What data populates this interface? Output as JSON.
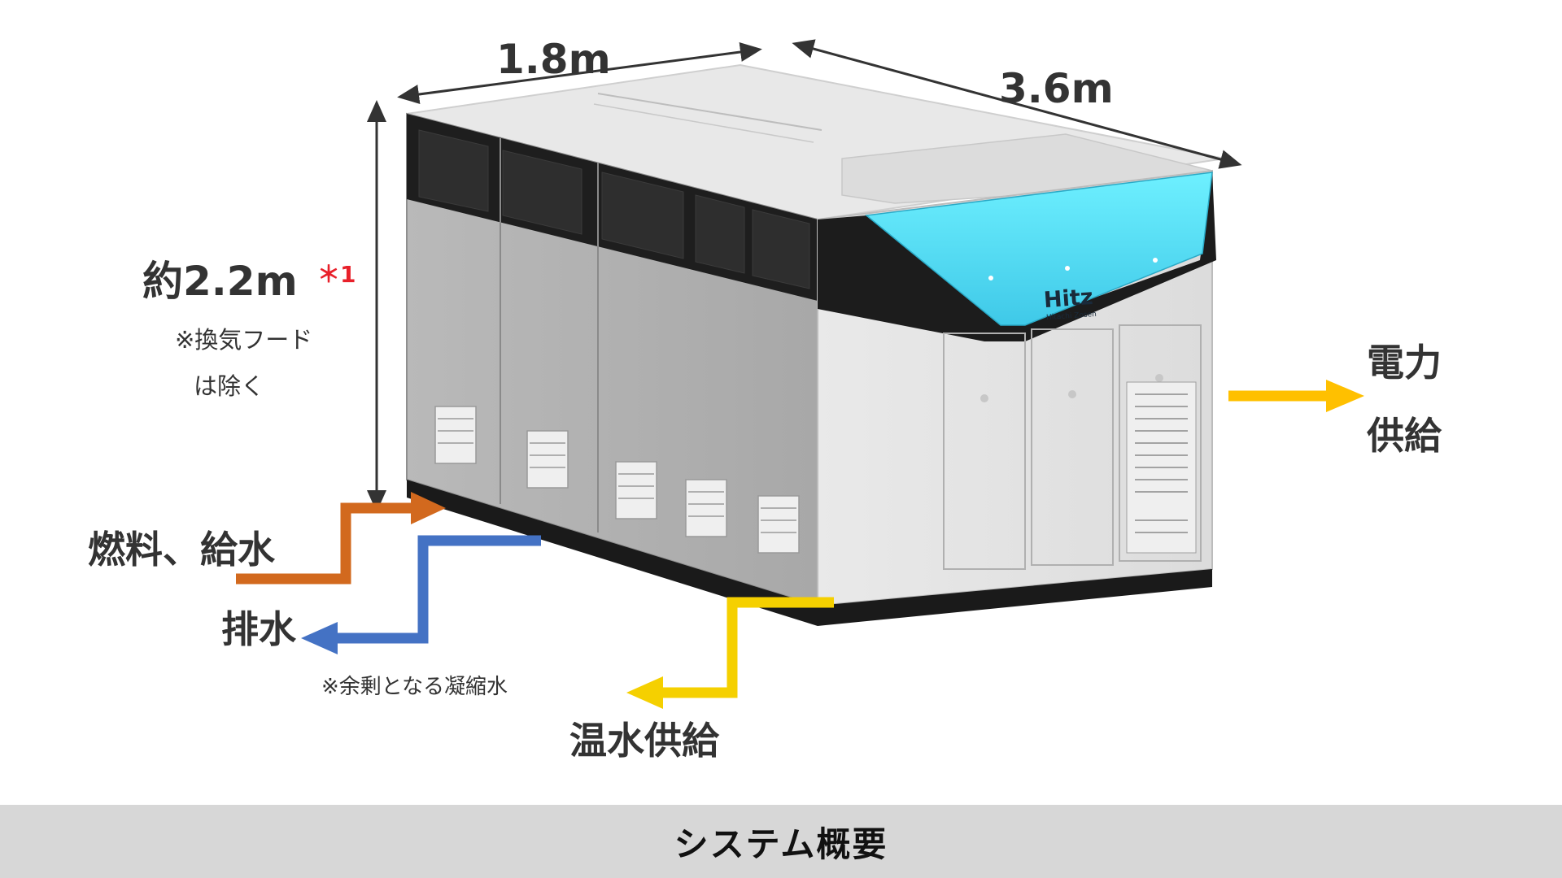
{
  "dimensions": {
    "width_label": "1.8m",
    "depth_label": "3.6m",
    "height_label": "約2.2m",
    "height_footnote_mark": "＊1",
    "height_note_line1": "※換気フード",
    "height_note_line2": "は除く"
  },
  "unit": {
    "brand": "Hitz",
    "brand_sub": "Hitachi Zosen"
  },
  "flows": {
    "fuel_water_in": "燃料、給水",
    "drainage_out": "排水",
    "drainage_note": "※余剰となる凝縮水",
    "hot_water_out": "温水供給",
    "power_out_line1": "電力",
    "power_out_line2": "供給"
  },
  "caption": "システム概要",
  "colors": {
    "fuel_arrow": "#d2691e",
    "drain_arrow": "#4472c4",
    "hot_water_arrow": "#f5d000",
    "power_arrow": "#ffc000",
    "accent_panel": "#6ee8ff",
    "caption_bar": "#d7d7d7",
    "footnote": "#e8202a"
  }
}
